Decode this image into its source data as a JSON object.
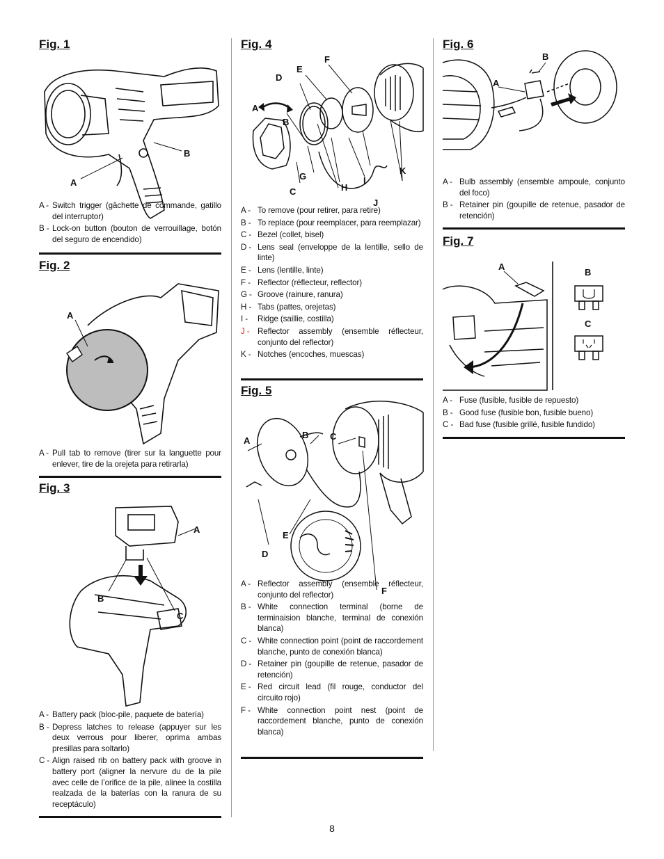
{
  "page_number": "8",
  "fig1": {
    "title": "Fig. 1",
    "callouts": [
      "A",
      "B"
    ],
    "items": [
      {
        "key": "A -",
        "text": "Switch trigger (gâchette de commande, gatillo del interruptor)"
      },
      {
        "key": "B -",
        "text": "Lock-on button (bouton de verrouillage, botón del seguro de encendido)"
      }
    ]
  },
  "fig2": {
    "title": "Fig. 2",
    "callouts": [
      "A"
    ],
    "items": [
      {
        "key": "A -",
        "text": "Pull tab to remove (tirer sur la languette pour enlever, tire de la orejeta para retirarla)"
      }
    ]
  },
  "fig3": {
    "title": "Fig. 3",
    "callouts": [
      "A",
      "B",
      "C"
    ],
    "items": [
      {
        "key": "A -",
        "text": "Battery pack (bloc-pile, paquete de batería)"
      },
      {
        "key": "B -",
        "text": "Depress latches to release (appuyer sur les deux verrous pour liberer, oprima ambas presillas para soltarlo)"
      },
      {
        "key": "C -",
        "text": "Align raised rib on battery pack with groove in battery port (aligner la nervure du de la pile avec celle de l’orifice de la pile, alinee la costilla realzada de la baterías con la ranura de su receptáculo)"
      }
    ]
  },
  "fig4": {
    "title": "Fig. 4",
    "callouts": [
      "A",
      "B",
      "C",
      "D",
      "E",
      "F",
      "G",
      "H",
      "I",
      "J",
      "K"
    ],
    "items": [
      {
        "key": "A -",
        "text": "To remove (pour retirer, para retire)"
      },
      {
        "key": "B -",
        "text": "To replace (pour reemplacer, para reemplazar)"
      },
      {
        "key": "C -",
        "text": "Bezel (collet, bisel)"
      },
      {
        "key": "D -",
        "text": "Lens seal (enveloppe de la lentille, sello de linte)"
      },
      {
        "key": "E -",
        "text": "Lens (lentille, linte)"
      },
      {
        "key": "F -",
        "text": "Reflector (réflecteur, reflector)"
      },
      {
        "key": "G -",
        "text": "Groove (rainure, ranura)"
      },
      {
        "key": "H -",
        "text": "Tabs (pattes, orejetas)"
      },
      {
        "key": "I -",
        "text": "Ridge (saillie, costilla)"
      },
      {
        "key": "J -",
        "text": "Reflector assembly (ensemble réflecteur, conjunto del reflector)"
      },
      {
        "key": "K -",
        "text": "Notches (encoches, muescas)"
      }
    ]
  },
  "fig5": {
    "title": "Fig. 5",
    "callouts": [
      "A",
      "B",
      "C",
      "D",
      "E",
      "F"
    ],
    "items": [
      {
        "key": "A -",
        "text": "Reflector assembly (ensemble réflecteur, conjunto del reflector)"
      },
      {
        "key": "B -",
        "text": "White connection terminal (borne de terminaision blanche, terminal de conexión blanca)"
      },
      {
        "key": "C -",
        "text": "White connection point (point de raccordement blanche, punto de conexión blanca)"
      },
      {
        "key": "D -",
        "text": "Retainer pin (goupille de retenue, pasador de retención)"
      },
      {
        "key": "E -",
        "text": "Red circuit lead (fil rouge, conductor del circuito rojo)"
      },
      {
        "key": "F -",
        "text": "White connection point nest (point de raccordement blanche, punto de conexión blanca)"
      }
    ]
  },
  "fig6": {
    "title": "Fig. 6",
    "callouts": [
      "A",
      "B"
    ],
    "items": [
      {
        "key": "A -",
        "text": "Bulb assembly (ensemble ampoule, conjunto del foco)"
      },
      {
        "key": "B -",
        "text": "Retainer pin (goupille de retenue, pasador de retención)"
      }
    ]
  },
  "fig7": {
    "title": "Fig. 7",
    "callouts": [
      "A",
      "B",
      "C"
    ],
    "items": [
      {
        "key": "A -",
        "text": "Fuse (fusible, fusible de repuesto)"
      },
      {
        "key": "B -",
        "text": "Good fuse (fusible bon, fusible bueno)"
      },
      {
        "key": "C -",
        "text": "Bad fuse (fusible grillé, fusible fundido)"
      }
    ]
  },
  "colors": {
    "text": "#111111",
    "accent_red": "#d21f1f",
    "lens_gray": "#bdbdbd"
  }
}
